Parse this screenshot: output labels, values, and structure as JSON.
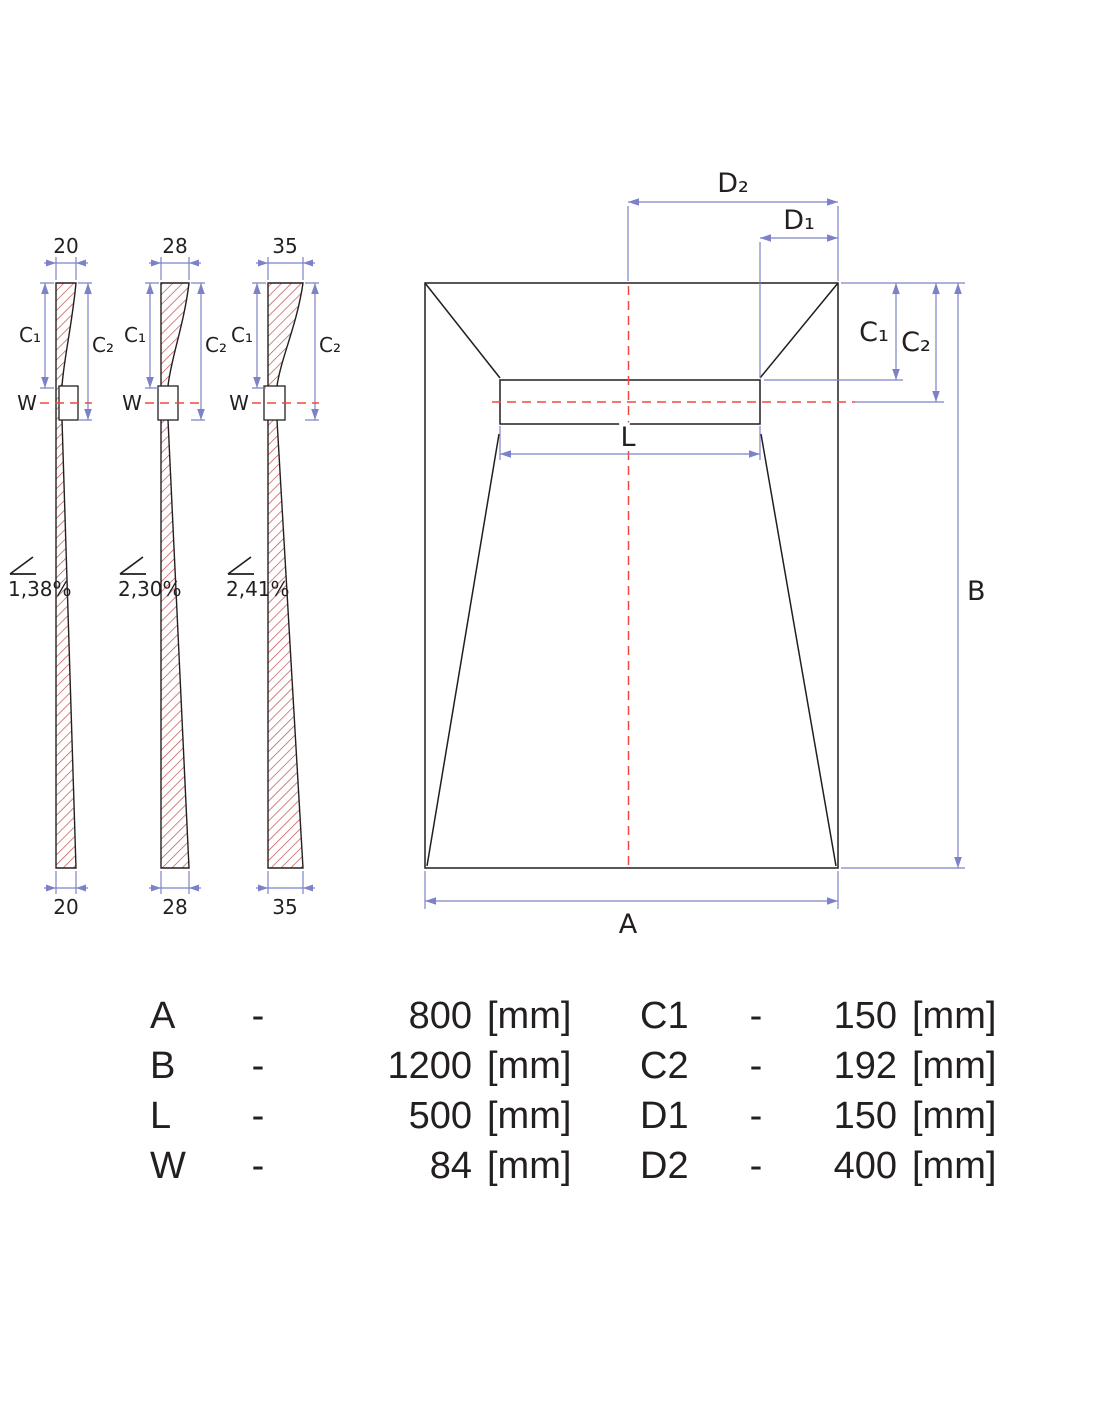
{
  "diagram": {
    "profiles": [
      {
        "top_width": "20",
        "bottom_width": "20",
        "slope": "1,38%"
      },
      {
        "top_width": "28",
        "bottom_width": "28",
        "slope": "2,30%"
      },
      {
        "top_width": "35",
        "bottom_width": "35",
        "slope": "2,41%"
      }
    ],
    "labels": {
      "c1": "C₁",
      "c2": "C₂",
      "w": "W",
      "a": "A",
      "b": "B",
      "l": "L",
      "d1": "D₁",
      "d2": "D₂"
    },
    "colors": {
      "outline": "#231f20",
      "dimension": "#7d82c8",
      "centerline": "#f0493e",
      "hatch": "#c0504d"
    }
  },
  "table": {
    "left": [
      {
        "letter": "A",
        "sep": "-",
        "value": "800",
        "unit": "[mm]"
      },
      {
        "letter": "B",
        "sep": "-",
        "value": "1200",
        "unit": "[mm]"
      },
      {
        "letter": "L",
        "sep": "-",
        "value": "500",
        "unit": "[mm]"
      },
      {
        "letter": "W",
        "sep": "-",
        "value": "84",
        "unit": "[mm]"
      }
    ],
    "right": [
      {
        "letter": "C1",
        "sep": "-",
        "value": "150",
        "unit": "[mm]"
      },
      {
        "letter": "C2",
        "sep": "-",
        "value": "192",
        "unit": "[mm]"
      },
      {
        "letter": "D1",
        "sep": "-",
        "value": "150",
        "unit": "[mm]"
      },
      {
        "letter": "D2",
        "sep": "-",
        "value": "400",
        "unit": "[mm]"
      }
    ]
  }
}
